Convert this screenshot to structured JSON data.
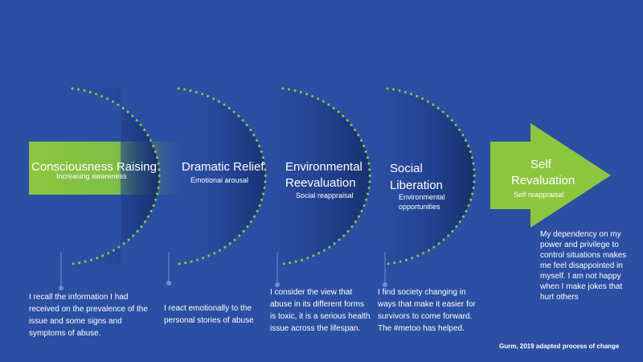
{
  "stages": [
    {
      "title": "Consciousness Raising",
      "subtitle": "Increasing awareness",
      "description": "I recall the information I had received on the prevalence of the issue and some signs and symptoms of abuse."
    },
    {
      "title": "Dramatic Relief",
      "subtitle": "Emotional arousal",
      "description": "I react emotionally to the personal stories of abuse"
    },
    {
      "title_line1": "Environmental",
      "title_line2": "Reevaluation",
      "subtitle": "Social reappraisal",
      "description": "I consider the view that abuse in its different forms is toxic, it is a serious health issue across the lifespan."
    },
    {
      "title_line1": "Social",
      "title_line2": "Liberation",
      "subtitle_line1": "Environmental",
      "subtitle_line2": "opportunities",
      "description": "I find society changing in ways that make it easier for survivors to come forward. The #metoo has helped."
    },
    {
      "title_line1": "Self",
      "title_line2": "Revaluation",
      "subtitle": "Self reappraisal",
      "description": "My dependency on my power and privilege to control situations makes me feel disappointed in myself. I am not happy when I make jokes that hurt others"
    }
  ],
  "credit": "Gurm, 2019 adapted process of change",
  "colors": {
    "background": "#2b4fa3",
    "green": "#8cc63f",
    "dot": "#8cc63f",
    "text": "#ffffff"
  }
}
